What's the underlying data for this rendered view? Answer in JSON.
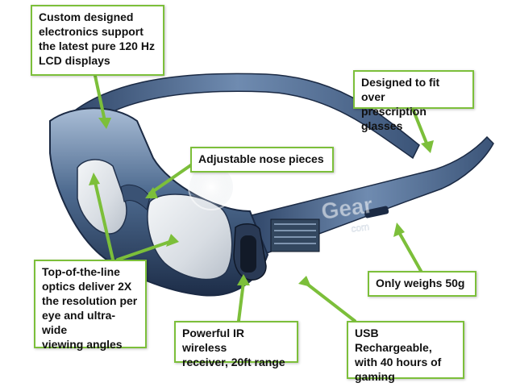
{
  "callouts": [
    {
      "id": "electronics",
      "text": "Custom designed\nelectronics support\nthe latest pure 120 Hz\nLCD displays"
    },
    {
      "id": "prescription",
      "text": "Designed to fit over\nprescription glasses"
    },
    {
      "id": "nose",
      "text": "Adjustable nose pieces"
    },
    {
      "id": "optics",
      "text": "Top-of-the-line\noptics deliver 2X\nthe resolution per\neye and ultra-wide\nviewing angles"
    },
    {
      "id": "weight",
      "text": "Only weighs 50g"
    },
    {
      "id": "ir",
      "text": "Powerful IR wireless\nreceiver, 20ft range"
    },
    {
      "id": "usb",
      "text": "USB Rechargeable,\nwith 40 hours of\ngaming"
    }
  ],
  "watermark": {
    "main": "Gear",
    "sub": "com"
  },
  "colors": {
    "callout_border": "#7cbf3a",
    "arrow": "#7cbf3a",
    "frame_dark": "#1b2a44",
    "frame_mid": "#4a6688",
    "frame_light": "#9fb5cf"
  }
}
